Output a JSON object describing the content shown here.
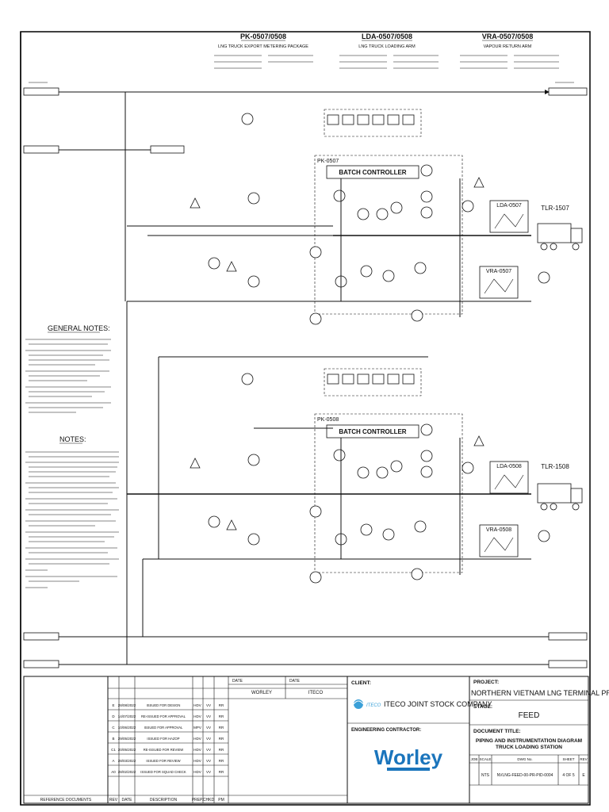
{
  "header": {
    "pk": {
      "tag": "PK-0507/0508",
      "subtitle": "LNG TRUCK EXPORT METERING PACKAGE"
    },
    "lda": {
      "tag": "LDA-0507/0508",
      "subtitle": "LNG TRUCK LOADING ARM"
    },
    "vra": {
      "tag": "VRA-0507/0508",
      "subtitle": "VAPOUR RETURN ARM"
    }
  },
  "units": {
    "upper": {
      "pk": "PK-0507",
      "batch": "BATCH CONTROLLER",
      "lda": "LDA-0507",
      "vra": "VRA-0507",
      "tlr": "TLR-1507"
    },
    "lower": {
      "pk": "PK-0508",
      "batch": "BATCH CONTROLLER",
      "lda": "LDA-0508",
      "vra": "VRA-0508",
      "tlr": "TLR-1508"
    }
  },
  "notes": {
    "general_heading": "GENERAL NOTES:",
    "notes_heading": "NOTES:"
  },
  "title_block": {
    "revisions": [
      {
        "rev": "E",
        "date": "28/08/2022",
        "desc": "ISSUED FOR DESIGN",
        "prep": "HDV",
        "chkd": "VV",
        "pm": "RR"
      },
      {
        "rev": "D",
        "date": "14/07/2022",
        "desc": "RE-ISSUED FOR APPROVAL",
        "prep": "HDV",
        "chkd": "VV",
        "pm": "RR"
      },
      {
        "rev": "C",
        "date": "10/06/2022",
        "desc": "ISSUED FOR APPROVAL",
        "prep": "MPV",
        "chkd": "VV",
        "pm": "RR"
      },
      {
        "rev": "B",
        "date": "29/05/2022",
        "desc": "ISSUED FOR HAZOP",
        "prep": "HDV",
        "chkd": "VV",
        "pm": "RR"
      },
      {
        "rev": "C1",
        "date": "20/05/2022",
        "desc": "RE-ISSUED FOR REVIEW",
        "prep": "HDV",
        "chkd": "VV",
        "pm": "RR"
      },
      {
        "rev": "A",
        "date": "28/03/2022",
        "desc": "ISSUED FOR REVIEW",
        "prep": "HDV",
        "chkd": "VV",
        "pm": "RR"
      },
      {
        "rev": "A0",
        "date": "28/02/2022",
        "desc": "ISSUED FOR SQUAD CHECK",
        "prep": "HDV",
        "chkd": "VV",
        "pm": "RR"
      }
    ],
    "col_headers": {
      "ref": "REFERENCE DOCUMENTS",
      "rev": "REV",
      "date": "DATE",
      "desc": "DESCRIPTION",
      "prep": "PREP.",
      "chkd": "CHKD",
      "pm": "PM"
    },
    "approval": {
      "worley": "WORLEY",
      "iteco": "ITECO",
      "date1": "DATE",
      "date2": "DATE"
    },
    "client_label": "CLIENT:",
    "client_name": "ITECO JOINT STOCK COMPANY",
    "client_logo_text": "ITECO",
    "eng_label": "ENGINEERING CONTRACTOR:",
    "worley_logo": "Worley",
    "project_label": "PROJECT:",
    "project_name": "NORTHERN VIETNAM LNG TERMINAL PROJECT",
    "stage_label": "STAGE:",
    "stage": "FEED",
    "doc_title_label": "DOCUMENT TITLE:",
    "doc_title_1": "PIPING AND INSTRUMENTATION DIAGRAM",
    "doc_title_2": "TRUCK LOADING STATION",
    "job_label": "JOB",
    "scale_label": "SCALE",
    "dwg_label": "DWG No.",
    "sheet_label": "SHEET",
    "rev_label": "REV",
    "scale": "NTS",
    "dwg_no": "NVLNG-FEED-00-PR-PID-0004",
    "sheet": "4 OF 5",
    "rev": "E"
  }
}
